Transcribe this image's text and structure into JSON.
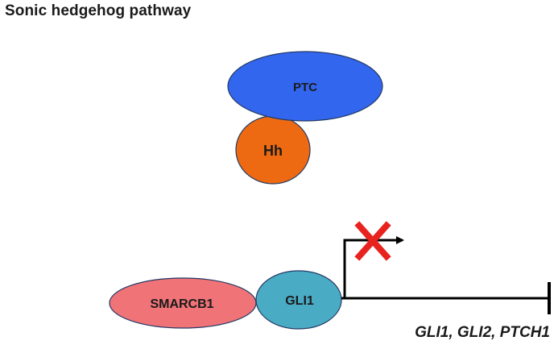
{
  "title": "Sonic hedgehog pathway",
  "nodes": {
    "ptc": {
      "label": "PTC",
      "color": "#3366ee"
    },
    "hh": {
      "label": "Hh",
      "color": "#ee6a12"
    },
    "smarcb1": {
      "label": "SMARCB1",
      "color": "#f07377"
    },
    "gli1": {
      "label": "GLI1",
      "color": "#4aabc4"
    }
  },
  "genes_label": "GLI1, GLI2, PTCH1",
  "blocked_mark_color": "#e8231f"
}
